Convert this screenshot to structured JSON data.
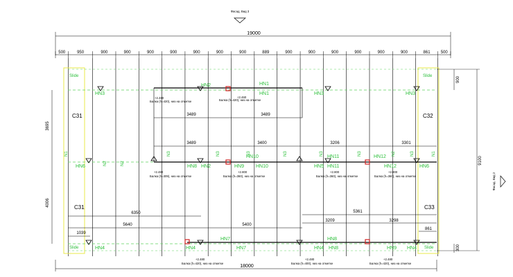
{
  "view_labels": {
    "top": "Фасад. Вид 3",
    "right": "Фасад. Вид 2"
  },
  "dimensions": {
    "overall_top": "19000",
    "overall_bottom": "18000",
    "top_row": [
      "500",
      "950",
      "900",
      "900",
      "900",
      "900",
      "900",
      "900",
      "900",
      "889",
      "900",
      "900",
      "900",
      "900",
      "900",
      "900",
      "861",
      "500"
    ],
    "right_overall": "9100",
    "right_top": "900",
    "right_bottom": "300",
    "left_upper": "3695",
    "left_lower": "4006",
    "inner": {
      "d3489_a": "3489",
      "d3489_b": "3489",
      "d3489_c": "3489",
      "d3400": "3400",
      "d3206": "3206",
      "d3301": "3301",
      "d6350": "6350",
      "d5640": "5640",
      "d5400": "5400",
      "d5361": "5361",
      "d3209": "3209",
      "d3298": "3298",
      "d861": "861",
      "d1039": "1039"
    }
  },
  "columns": {
    "c31_top": "C31",
    "c32": "C32",
    "c31_bottom": "C31",
    "c33": "C33"
  },
  "beam_labels": {
    "row1": [
      "HN3",
      "HN2",
      "HN1",
      "HN1",
      "HN3",
      "HN3"
    ],
    "row2": [
      "HN6",
      "HN8",
      "HN2",
      "HN9",
      "HN10",
      "HN10",
      "HN5",
      "HN11",
      "HN11",
      "HN12",
      "HN12",
      "HN6"
    ],
    "row3": [
      "HN4",
      "HN4",
      "HN7",
      "HN7",
      "HN4",
      "HN8",
      "HN8",
      "HN9",
      "HN4"
    ],
    "slide": [
      "Slide",
      "Slide",
      "Slide",
      "Slide"
    ]
  },
  "vertical_labels": {
    "n1": "N1",
    "n2": "N2",
    "n3": "N3"
  },
  "elevations": {
    "e1": "+2.480",
    "e2": "+2.460",
    "e3": "+2.800",
    "e4": "+2.480"
  },
  "notes": {
    "top_a": "Балка (h=420), низ на отметке",
    "top_b": "Балка (h=420), низ на отметке",
    "mid_a": "Балка (h=309), низ на отметке",
    "mid_b": "Балка (h=360), низ на отметке",
    "mid_c": "Балка (h=360), низ на отметке",
    "mid_d": "Балка (h=360), низ на отметке",
    "bot_a": "Балка (h=420), низ на отметке",
    "bot_b": "Балка (h=400), низ на отметке",
    "bot_c": "Балка (h=420), низ на отметке"
  },
  "colors": {
    "line": "#000000",
    "green": "#2bbf3a",
    "yellow": "#e8e84a",
    "red": "#d22222",
    "dash": "#5fd45f"
  }
}
